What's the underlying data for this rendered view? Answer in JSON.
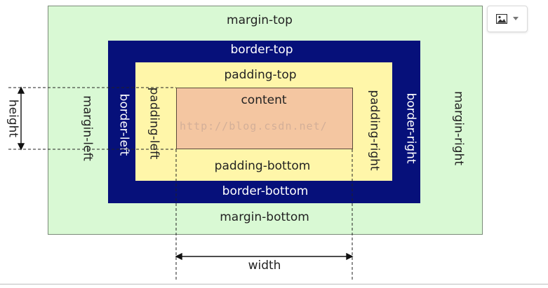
{
  "diagram": {
    "margin": {
      "top": "margin-top",
      "bottom": "margin-bottom",
      "left": "margin-left",
      "right": "margin-right"
    },
    "border": {
      "top": "border-top",
      "bottom": "border-bottom",
      "left": "border-left",
      "right": "border-right"
    },
    "padding": {
      "top": "padding-top",
      "bottom": "padding-bottom",
      "left": "padding-left",
      "right": "padding-right"
    },
    "content": "content",
    "height_label": "height",
    "width_label": "width",
    "watermark": "http://blog.csdn.net/"
  },
  "toolbar": {
    "image_button_icon": "image-icon",
    "dropdown_icon": "caret-down-icon"
  },
  "colors": {
    "margin": "#d9f9d4",
    "border": "#06107a",
    "padding": "#fff6a9",
    "content": "#f4c6a1"
  }
}
